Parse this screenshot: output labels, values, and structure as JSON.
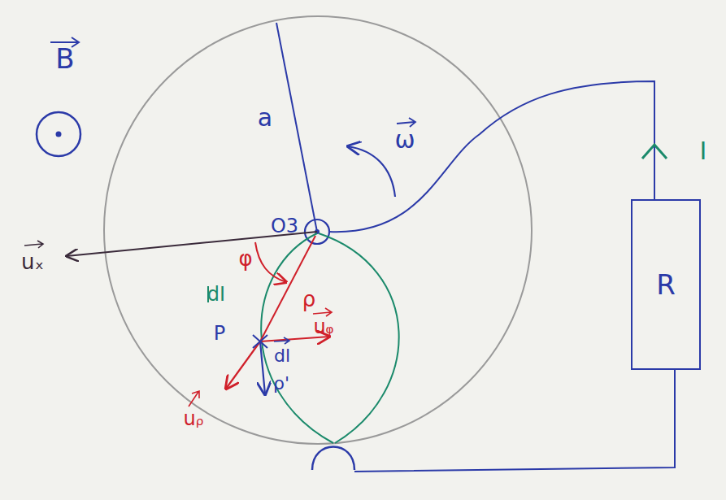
{
  "diagram": {
    "nodes": [
      {
        "text": [
          "R"
        ]
      }
    ],
    "labels": [
      "B",
      "a",
      "ω",
      "O3",
      "uₓ",
      "φ",
      "ρ",
      "dI",
      "P",
      "dl",
      "uᵩ",
      "uᵨ",
      "ρ'",
      "I"
    ]
  }
}
